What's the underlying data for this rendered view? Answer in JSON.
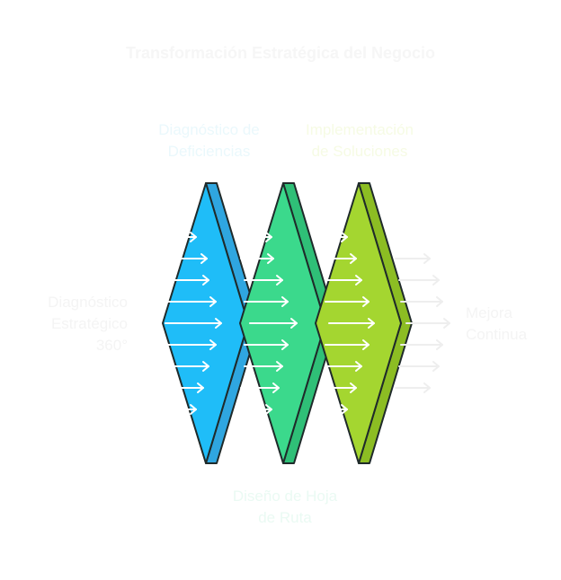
{
  "title": "Transformación Estratégica del Negocio",
  "stages": [
    {
      "label": "Diagnóstico de\nDeficiencias",
      "position": "top",
      "color": "#1fbdf8",
      "side_color": "#2fa6e0"
    },
    {
      "label": "Diseño de Hoja\nde Ruta",
      "position": "bottom",
      "color": "#3bd98c",
      "side_color": "#2fbf77"
    },
    {
      "label": "Implementación\nde Soluciones",
      "position": "top",
      "color": "#a4d630",
      "side_color": "#8cbd23"
    }
  ],
  "input_label": "Diagnóstico\nEstratégico\n360°",
  "output_label": "Mejora\nContinua",
  "colors": {
    "outline": "#1f2a2a",
    "arrow": "#ffffff",
    "arrow_faint": "#eeeeee"
  }
}
